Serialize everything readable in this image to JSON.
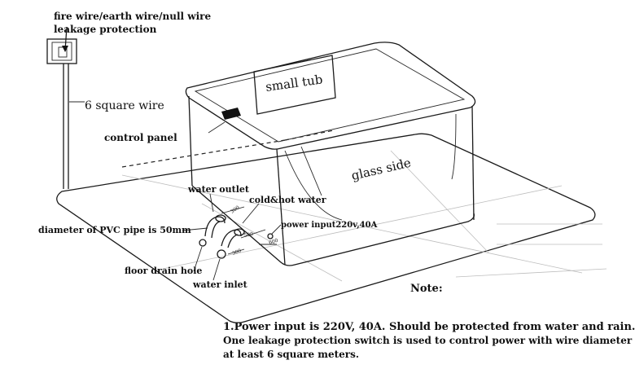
{
  "labels": {
    "fire_wire": "fire wire/earth wire/null wire",
    "leakage": "leakage protection",
    "square_wire": "6 square wire",
    "control_panel": "control panel",
    "small_tub": "small tub",
    "glass_side": "glass side",
    "water_outlet": "water outlet",
    "cold_hot": "cold&hot water",
    "pvc_pipe": "diameter of PVC pipe is 50mm",
    "power_input": "power input220v,40A",
    "floor_drain": "floor drain hole",
    "water_inlet": "water inlet",
    "dim_300a": "300",
    "dim_500": "500",
    "dim_600": "600",
    "dim_300b": "300"
  },
  "note": {
    "title": "Note:",
    "line1": "1.Power input is 220V, 40A. Should be protected from water and rain.",
    "line2": "One leakage protection switch is used to control power with wire diameter",
    "line3": "at least 6 square meters."
  }
}
